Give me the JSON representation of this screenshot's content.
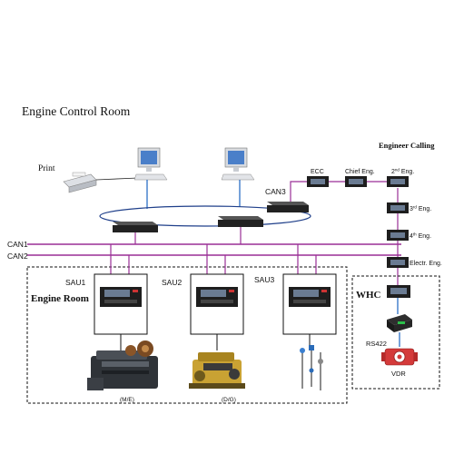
{
  "title": "Engine Control Room",
  "engine_calling": {
    "title": "Engineer Calling",
    "units": [
      "ECC",
      "Chief Eng.",
      "2nd Eng.",
      "3rd Eng.",
      "4th Eng.",
      "Electr. Eng."
    ],
    "superscripts": {
      "u2": "nd",
      "u3": "rd",
      "u4": "th"
    },
    "whc_label": "WHC",
    "rs422_label": "RS422",
    "vdr_label": "VDR"
  },
  "print_label": "Print",
  "bus_labels": {
    "can1": "CAN1",
    "can2": "CAN2",
    "can3": "CAN3"
  },
  "engine_room": {
    "title": "Engine Room",
    "sau": [
      "SAU1",
      "SAU2",
      "SAU3"
    ],
    "equipment_labels": [
      "(M/E)",
      "(D/G)"
    ]
  },
  "colors": {
    "can_bus": "#9a2f96",
    "ring": "#1f3f8a",
    "wire": "#2a2a2a",
    "blue_link": "#1a63c0"
  }
}
